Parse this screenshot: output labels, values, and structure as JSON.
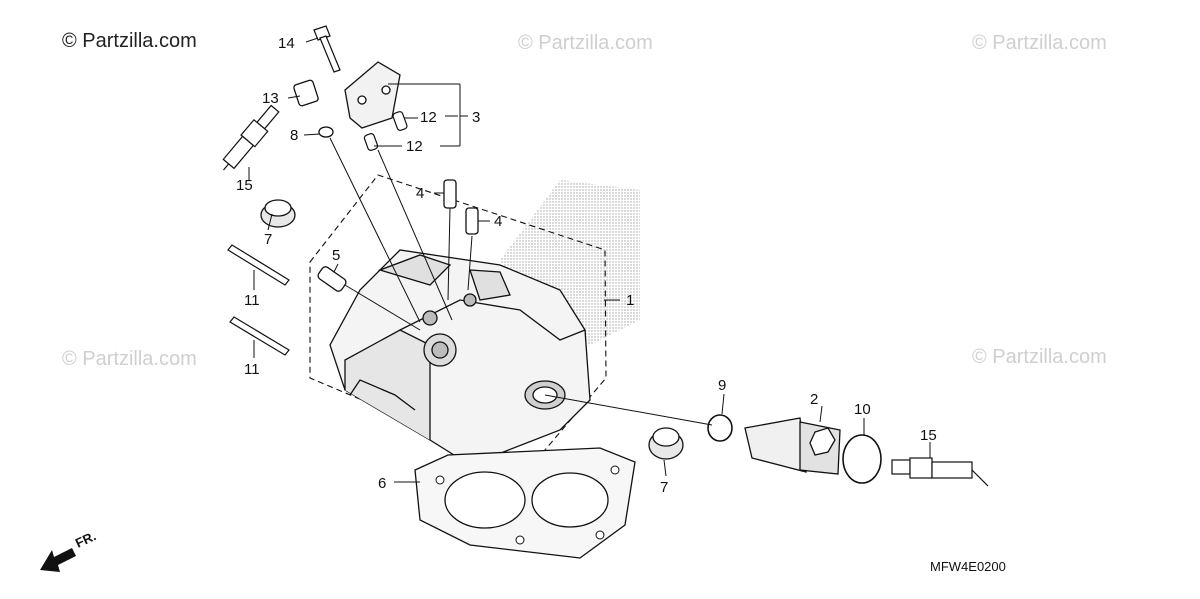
{
  "watermarks": {
    "primary": "© Partzilla.com",
    "faint": "© Partzilla.com"
  },
  "callouts": {
    "p1": "1",
    "p2": "2",
    "p3": "3",
    "p4a": "4",
    "p4b": "4",
    "p5": "5",
    "p6": "6",
    "p7a": "7",
    "p7b": "7",
    "p8": "8",
    "p9": "9",
    "p10": "10",
    "p11a": "11",
    "p11b": "11",
    "p12a": "12",
    "p12b": "12",
    "p13": "13",
    "p14": "14",
    "p15a": "15",
    "p15b": "15"
  },
  "diagram_code": "MFW4E0200",
  "direction_label": "FR."
}
